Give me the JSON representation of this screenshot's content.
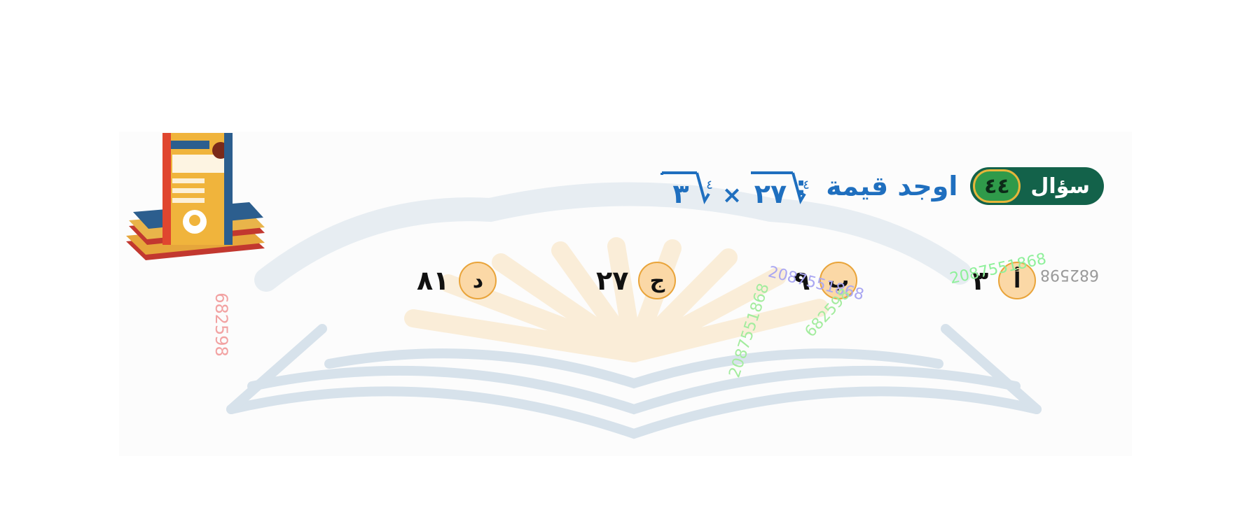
{
  "question": {
    "label": "سؤال",
    "number": "٤٤",
    "prompt": "اوجد قيمة",
    "colon": ":",
    "expr_left": "٢٧",
    "expr_op": "×",
    "expr_right": "٣",
    "root_index": "٤"
  },
  "choices": [
    {
      "letter": "أ",
      "value": "٣"
    },
    {
      "letter": "ب",
      "value": "٩"
    },
    {
      "letter": "ج",
      "value": "٢٧"
    },
    {
      "letter": "د",
      "value": "٨١"
    }
  ],
  "stamps": [
    "2087551868",
    "682598"
  ],
  "colors": {
    "pill_bg": "#13624a",
    "number_bg": "#2f9a4a",
    "prompt_blue": "#1f6fbf",
    "badge_fill": "#fbd8a6",
    "badge_border": "#e9a43a"
  }
}
